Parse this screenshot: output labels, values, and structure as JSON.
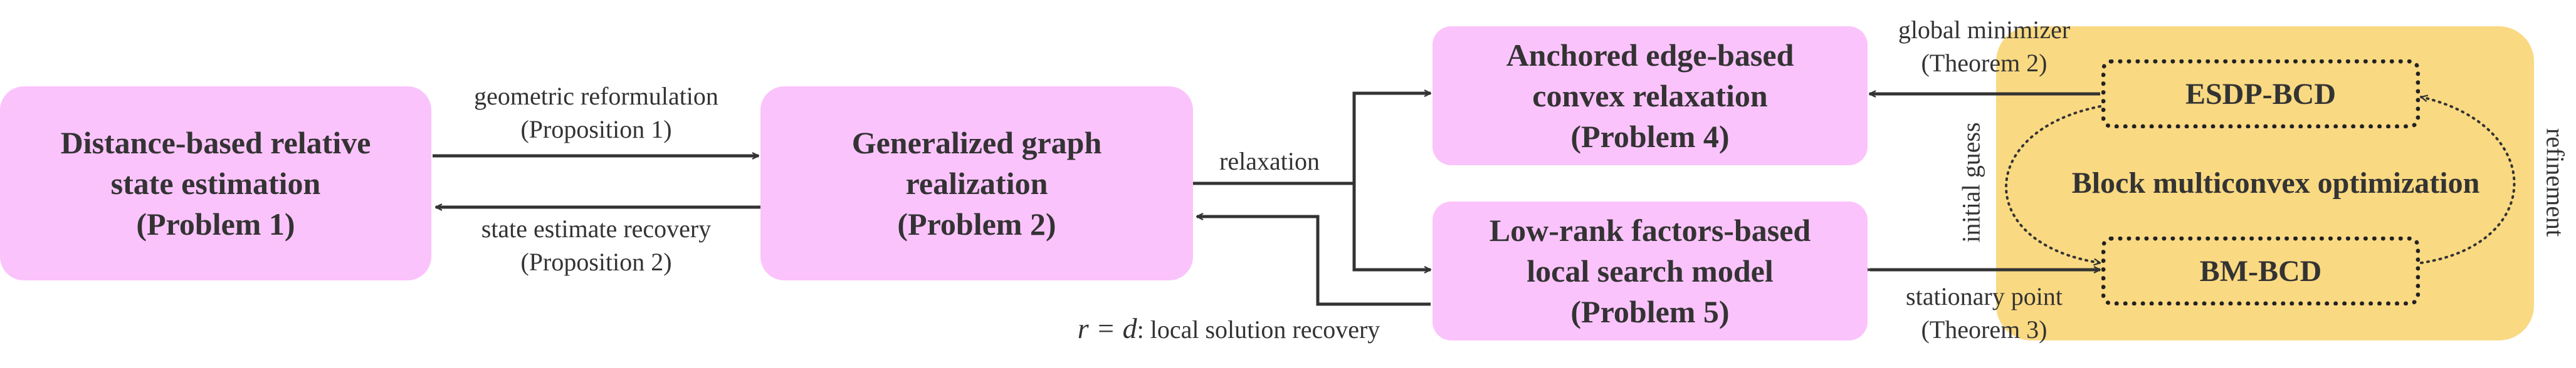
{
  "nodes": {
    "problem1": {
      "line1": "Distance-based relative",
      "line2": "state estimation",
      "line3": "(Problem 1)"
    },
    "problem2": {
      "line1": "Generalized graph",
      "line2": "realization",
      "line3": "(Problem 2)"
    },
    "problem4": {
      "line1": "Anchored edge-based",
      "line2": "convex relaxation",
      "line3": "(Problem 4)"
    },
    "problem5": {
      "line1": "Low-rank factors-based",
      "line2": "local search model",
      "line3": "(Problem 5)"
    }
  },
  "algorithms": {
    "esdp": "ESDP-BCD",
    "bm": "BM-BCD",
    "group_label": "Block multiconvex optimization"
  },
  "edge_labels": {
    "forward_line1": "geometric reformulation",
    "forward_line2": "(Proposition 1)",
    "backward_line1": "state estimate recovery",
    "backward_line2": "(Proposition 2)",
    "relaxation": "relaxation",
    "recovery_var": "r = d",
    "recovery_text": ": local solution recovery",
    "global_line1": "global minimizer",
    "global_line2": "(Theorem 2)",
    "stationary_line1": "stationary point",
    "stationary_line2": "(Theorem 3)",
    "initial_guess": "initial guess",
    "refinement": "refinement"
  },
  "colors": {
    "problem_fill": "#fbc3fb",
    "algorithm_block_fill": "#f9d982",
    "arrow": "#333333"
  }
}
